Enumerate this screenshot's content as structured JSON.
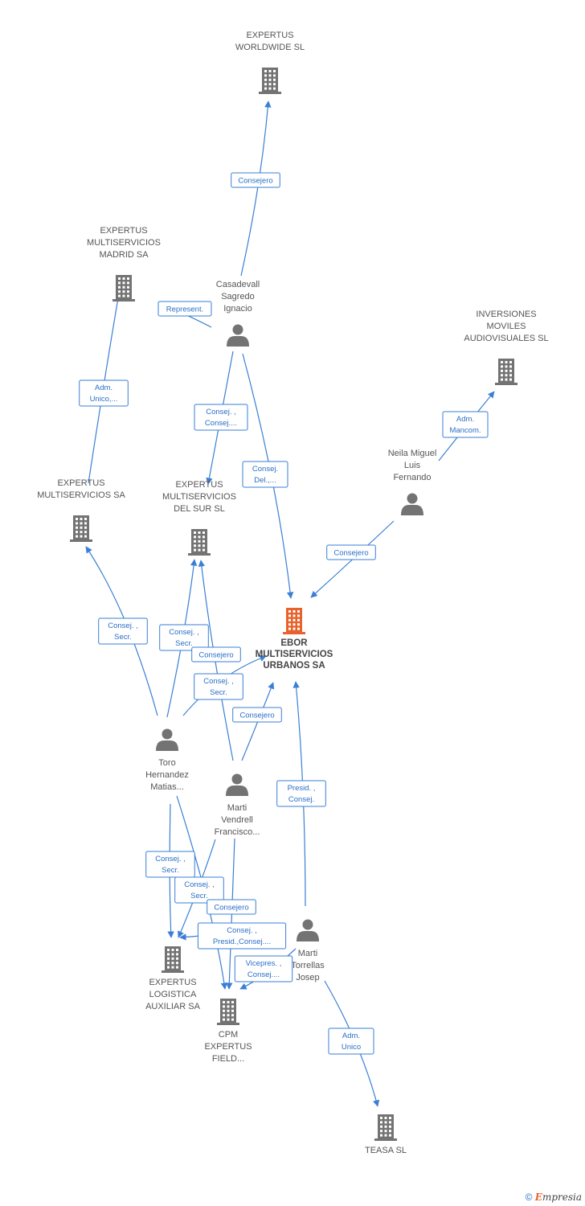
{
  "colors": {
    "edge": "#3a7fd5",
    "building": "#737373",
    "main_building": "#e8632c",
    "person": "#737373"
  },
  "nodes": [
    {
      "id": "worldwide",
      "type": "company",
      "icon": "building-icon",
      "lines": [
        "EXPERTUS",
        "WORLDWIDE SL"
      ]
    },
    {
      "id": "madrid",
      "type": "company",
      "icon": "building-icon",
      "lines": [
        "EXPERTUS",
        "MULTISERVICIOS",
        "MADRID SA"
      ]
    },
    {
      "id": "casadevall",
      "type": "person",
      "icon": "person-icon",
      "lines": [
        "Casadevall",
        "Sagredo",
        "Ignacio"
      ]
    },
    {
      "id": "inversiones",
      "type": "company",
      "icon": "building-icon",
      "lines": [
        "INVERSIONES",
        "MOVILES",
        "AUDIOVISUALES SL"
      ]
    },
    {
      "id": "neila",
      "type": "person",
      "icon": "person-icon",
      "lines": [
        "Neila Miguel",
        "Luis",
        "Fernando"
      ]
    },
    {
      "id": "multiservicios",
      "type": "company",
      "icon": "building-icon",
      "lines": [
        "EXPERTUS",
        "MULTISERVICIOS SA"
      ]
    },
    {
      "id": "delsur",
      "type": "company",
      "icon": "building-icon",
      "lines": [
        "EXPERTUS",
        "MULTISERVICIOS",
        "DEL SUR  SL"
      ]
    },
    {
      "id": "ebor",
      "type": "company",
      "icon": "building-icon",
      "main": true,
      "lines": [
        "EBOR",
        "MULTISERVICIOS",
        "URBANOS SA"
      ]
    },
    {
      "id": "toro",
      "type": "person",
      "icon": "person-icon",
      "lines": [
        "Toro",
        "Hernandez",
        "Matias..."
      ]
    },
    {
      "id": "vendrell",
      "type": "person",
      "icon": "person-icon",
      "lines": [
        "Marti",
        "Vendrell",
        "Francisco..."
      ]
    },
    {
      "id": "torrellas",
      "type": "person",
      "icon": "person-icon",
      "lines": [
        "Marti",
        "Torrellas",
        "Josep"
      ]
    },
    {
      "id": "logistica",
      "type": "company",
      "icon": "building-icon",
      "lines": [
        "EXPERTUS",
        "LOGISTICA",
        "AUXILIAR SA"
      ]
    },
    {
      "id": "cpm",
      "type": "company",
      "icon": "building-icon",
      "lines": [
        "CPM",
        "EXPERTUS",
        "FIELD..."
      ]
    },
    {
      "id": "teasa",
      "type": "company",
      "icon": "building-icon",
      "lines": [
        "TEASA SL"
      ]
    }
  ],
  "edges": [
    {
      "id": "e1",
      "from": "casadevall",
      "to": "worldwide",
      "label": [
        "Consejero"
      ]
    },
    {
      "id": "e2",
      "from": "casadevall",
      "to": "madrid",
      "label": [
        "Represent."
      ]
    },
    {
      "id": "e3",
      "from": "casadevall",
      "to": "delsur",
      "label": [
        "Consej. ,",
        "Consej...."
      ]
    },
    {
      "id": "e4",
      "from": "casadevall",
      "to": "ebor",
      "label": [
        "Consej.",
        "Del.,..."
      ]
    },
    {
      "id": "e5",
      "from": "neila",
      "to": "inversiones",
      "label": [
        "Adm.",
        "Mancom."
      ]
    },
    {
      "id": "e6",
      "from": "neila",
      "to": "ebor",
      "label": [
        "Consejero"
      ]
    },
    {
      "id": "e7",
      "from": "multiservicios",
      "to": "madrid",
      "label": [
        "Adm.",
        "Unico,..."
      ]
    },
    {
      "id": "e8",
      "from": "toro",
      "to": "multiservicios",
      "label": [
        "Consej. ,",
        "Secr."
      ]
    },
    {
      "id": "e9",
      "from": "toro",
      "to": "delsur",
      "label": [
        "Consej. ,",
        "Secr."
      ]
    },
    {
      "id": "e10",
      "from": "vendrell",
      "to": "delsur",
      "label": [
        "Consejero"
      ]
    },
    {
      "id": "e11",
      "from": "toro",
      "to": "ebor",
      "label": [
        "Consej. ,",
        "Secr."
      ]
    },
    {
      "id": "e12",
      "from": "vendrell",
      "to": "ebor",
      "label": [
        "Consejero"
      ]
    },
    {
      "id": "e13",
      "from": "torrellas",
      "to": "ebor",
      "label": [
        "Presid. ,",
        "Consej."
      ]
    },
    {
      "id": "e14",
      "from": "toro",
      "to": "logistica",
      "label": [
        "Consej. ,",
        "Secr."
      ]
    },
    {
      "id": "e15",
      "from": "toro",
      "to": "cpm",
      "label": [
        "Consej. ,",
        "Secr."
      ]
    },
    {
      "id": "e16",
      "from": "vendrell",
      "to": "cpm",
      "label": [
        "Consejero"
      ]
    },
    {
      "id": "e17",
      "from": "torrellas",
      "to": "logistica",
      "label": [
        "Consej. ,",
        "Presid.,Consej...."
      ]
    },
    {
      "id": "e18",
      "from": "torrellas",
      "to": "cpm",
      "label": [
        "Vicepres. ,",
        "Consej...."
      ]
    },
    {
      "id": "e19",
      "from": "torrellas",
      "to": "teasa",
      "label": [
        "Adm.",
        "Unico"
      ]
    },
    {
      "id": "e20",
      "from": "vendrell",
      "to": "logistica",
      "label": []
    }
  ],
  "footer": {
    "copyright": "©",
    "brand_first": "E",
    "brand_rest": "mpresia"
  }
}
